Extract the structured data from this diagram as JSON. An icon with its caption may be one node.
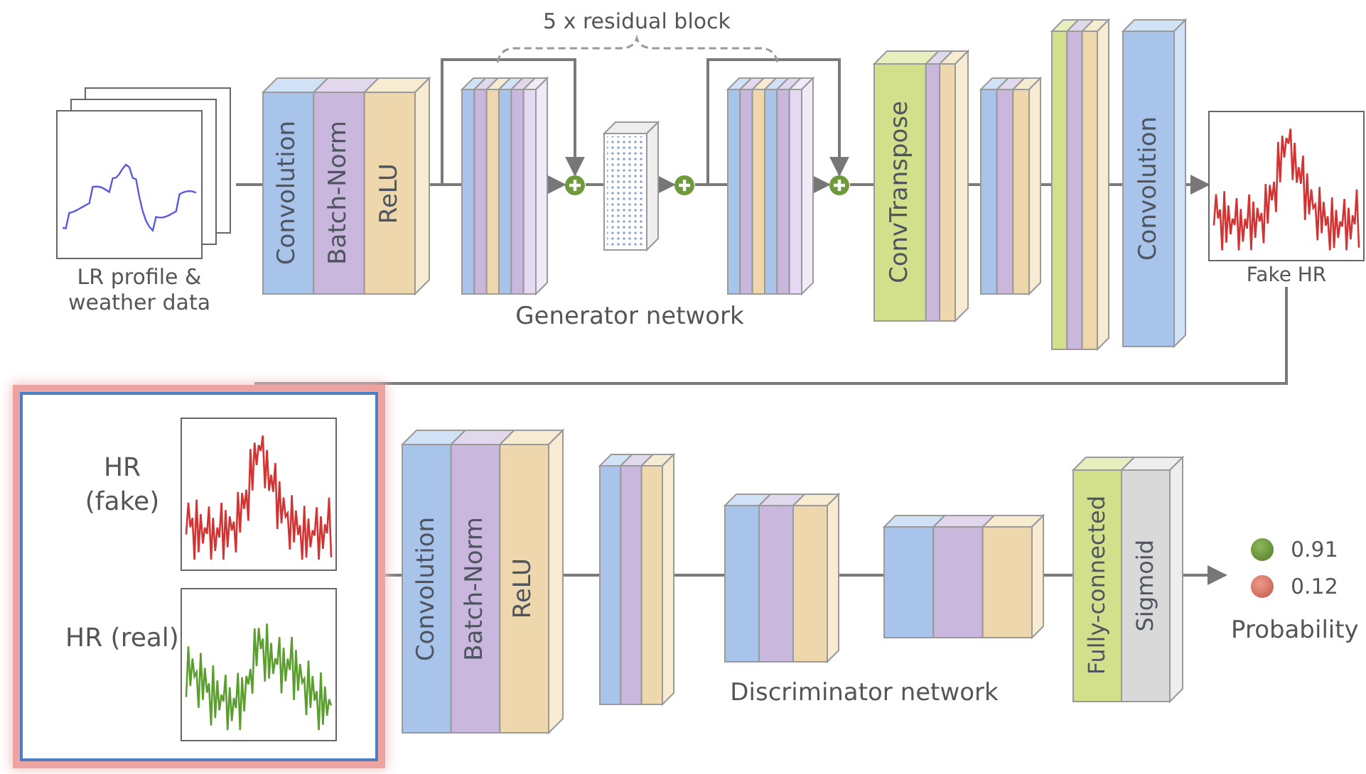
{
  "diagram": {
    "nodes": [
      {
        "text": [
          "LR profile & weather data"
        ]
      },
      {
        "text": [
          "Convolution",
          "Batch-Norm",
          "ReLU"
        ]
      },
      {
        "text": [],
        "shape": "box"
      },
      {
        "text": [],
        "shape": "circle"
      },
      {
        "text": [],
        "shape": "box"
      },
      {
        "text": [],
        "shape": "circle"
      },
      {
        "text": [],
        "shape": "box"
      },
      {
        "text": [],
        "shape": "circle"
      },
      {
        "text": [
          "ConvTranspose"
        ]
      },
      {
        "text": [],
        "shape": "box"
      },
      {
        "text": [],
        "shape": "box"
      },
      {
        "text": [
          "Convolution"
        ]
      },
      {
        "text": [
          "Fake HR"
        ]
      },
      {
        "text": [
          "HR (fake)",
          "HR (real)"
        ]
      },
      {
        "text": [],
        "shape": "picture",
        "in": 13
      },
      {
        "text": [],
        "shape": "picture",
        "in": 13
      },
      {
        "text": [
          "Convolution",
          "Batch-Norm",
          "ReLU"
        ]
      },
      {
        "text": [],
        "shape": "box"
      },
      {
        "text": [],
        "shape": "box"
      },
      {
        "text": [],
        "shape": "box"
      },
      {
        "text": [
          "Fully-connected",
          "Sigmoid"
        ]
      },
      {
        "text": [
          "0.91",
          "0.12",
          "Probability"
        ]
      }
    ],
    "edges": [
      {
        "from": 0,
        "to": 1,
        "arrow": "none"
      },
      {
        "from": 1,
        "to": 2,
        "arrow": "none"
      },
      {
        "from": 1,
        "to": 3,
        "arrow": "to"
      },
      {
        "from": 2,
        "to": 3,
        "arrow": "to"
      },
      {
        "from": 3,
        "to": 4,
        "arrow": "none"
      },
      {
        "from": 4,
        "to": 5,
        "arrow": "to"
      },
      {
        "from": 5,
        "to": 6,
        "arrow": "none"
      },
      {
        "from": 5,
        "to": 7,
        "arrow": "to"
      },
      {
        "from": 6,
        "to": 7,
        "arrow": "to"
      },
      {
        "from": 7,
        "to": 8,
        "arrow": "none"
      },
      {
        "from": 8,
        "to": 9,
        "arrow": "none"
      },
      {
        "from": 9,
        "to": 10,
        "arrow": "none"
      },
      {
        "from": 10,
        "to": 11,
        "arrow": "none"
      },
      {
        "from": 11,
        "to": 12,
        "arrow": "to"
      },
      {
        "from": 12,
        "to": 14,
        "arrow": "to"
      },
      {
        "from": 13,
        "to": 16,
        "arrow": "none"
      },
      {
        "from": 16,
        "to": 17,
        "arrow": "none"
      },
      {
        "from": 17,
        "to": 18,
        "arrow": "none"
      },
      {
        "from": 18,
        "to": 19,
        "arrow": "none"
      },
      {
        "from": 19,
        "to": 20,
        "arrow": "none"
      },
      {
        "from": 20,
        "to": 21,
        "arrow": "to"
      }
    ],
    "labels": [
      "5 x residual block",
      "Generator network",
      "Discriminator network"
    ]
  }
}
